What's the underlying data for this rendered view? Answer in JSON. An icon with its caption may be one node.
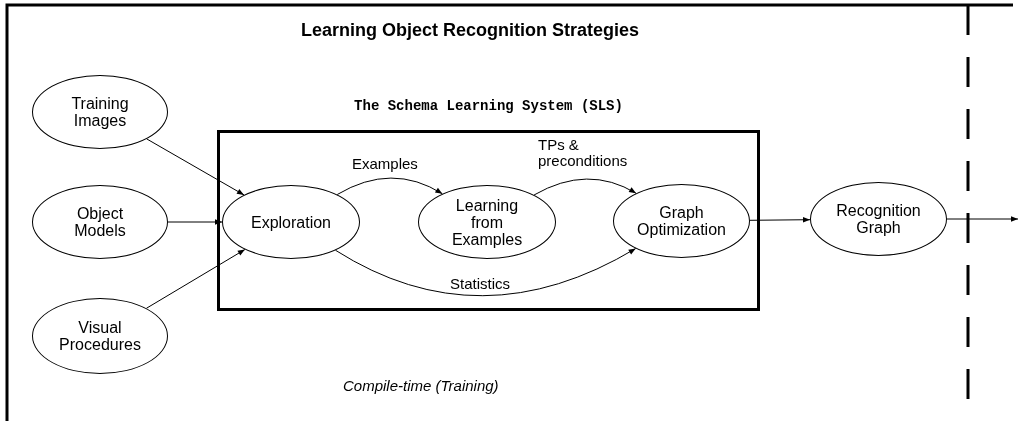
{
  "diagram": {
    "title": "Learning Object Recognition Strategies",
    "nodes": [
      {
        "text": [
          "Training Images"
        ]
      },
      {
        "text": [
          "Object Models"
        ]
      },
      {
        "text": [
          "Visual Procedures"
        ]
      },
      {
        "text": [
          "The Schema Learning System (SLS)"
        ]
      },
      {
        "text": [
          "Exploration"
        ],
        "in": 3
      },
      {
        "text": [
          "Learning from Examples"
        ],
        "in": 3
      },
      {
        "text": [
          "Graph Optimization"
        ],
        "in": 3
      },
      {
        "text": [
          "Recognition Graph"
        ]
      }
    ],
    "edges": [
      {
        "from": 0,
        "to": 4,
        "arrow": "to"
      },
      {
        "from": 1,
        "to": 4,
        "arrow": "to"
      },
      {
        "from": 2,
        "to": 4,
        "arrow": "to"
      },
      {
        "from": 4,
        "to": 5,
        "arrow": "to",
        "label": "Examples"
      },
      {
        "from": 5,
        "to": 6,
        "arrow": "to",
        "label": "TPs & preconditions"
      },
      {
        "from": 4,
        "to": 6,
        "arrow": "to",
        "label": "Statistics"
      },
      {
        "from": 6,
        "to": 7,
        "arrow": "to"
      },
      {
        "from": 7,
        "to": null,
        "arrow": "to"
      }
    ],
    "labels": [
      "Compile-time (Training)"
    ]
  }
}
